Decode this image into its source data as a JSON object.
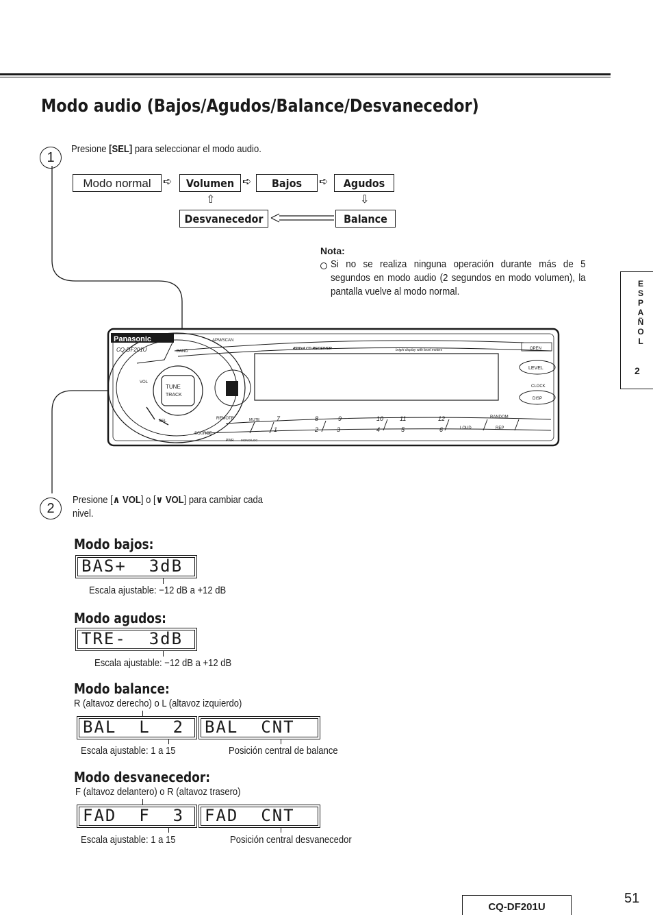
{
  "title": "Modo audio (Bajos/Agudos/Balance/Desvanecedor)",
  "step1": {
    "num": "1",
    "pre": "Presione ",
    "key": "[SEL]",
    "post": " para seleccionar el modo audio."
  },
  "flow": {
    "normal": "Modo normal",
    "volumen": "Volumen",
    "bajos": "Bajos",
    "agudos": "Agudos",
    "desvanecedor": "Desvanecedor",
    "balance": "Balance"
  },
  "nota": {
    "title": "Nota:",
    "body": "Si no se realiza ninguna operación durante más de 5 segundos en modo audio (2 segundos en modo volumen), la pantalla vuelve al modo normal."
  },
  "device": {
    "brand": "Panasonic",
    "model": "CQ-DF201U",
    "band": "BAND",
    "apm": "APM/SCAN",
    "receiver": "45Wx4 CD RECEIVER",
    "bright": "bright display with level meters",
    "open": "OPEN",
    "level": "LEVEL",
    "clock": "CLOCK",
    "disp": "DISP",
    "vol": "VOL",
    "tune": "TUNE",
    "track": "TRACK",
    "remote": "REMOTE",
    "mute": "MUTE",
    "source": "SOURCE",
    "pwr": "PWR",
    "monoloc": "MONO/LOC",
    "random": "RANDOM",
    "loud": "LOUD",
    "rep": "REP",
    "sel": "SEL",
    "top_nums": [
      "7",
      "8",
      "9",
      "10",
      "11",
      "12"
    ],
    "bottom_nums": [
      "1",
      "2",
      "3",
      "4",
      "5",
      "6"
    ]
  },
  "step2": {
    "num": "2",
    "pre": "Presione [",
    "up": "∧ VOL",
    "mid": "] o [",
    "down": "∨ VOL",
    "post": "] para cambiar cada",
    "line2": "nivel."
  },
  "bajos": {
    "heading": "Modo bajos:",
    "lcd": "BAS+  3dB",
    "scale": "Escala ajustable: −12 dB a +12 dB"
  },
  "agudos": {
    "heading": "Modo agudos:",
    "lcd": "TRE-  3dB",
    "scale": "Escala ajustable: −12 dB a +12 dB"
  },
  "balance": {
    "heading": "Modo balance:",
    "desc": "R (altavoz derecho) o L (altavoz izquierdo)",
    "lcd1": "BAL  L  2",
    "lcd2": "BAL  CNT",
    "scale": "Escala ajustable: 1 a 15",
    "center": "Posición central de balance"
  },
  "desvanecedor": {
    "heading": "Modo desvanecedor:",
    "desc": "F (altavoz delantero) o R (altavoz trasero)",
    "lcd1": "FAD  F  3",
    "lcd2": "FAD  CNT",
    "scale": "Escala ajustable: 1 a 15",
    "center": "Posición central desvanecedor"
  },
  "side_tab": {
    "label": "ESPAÑOL",
    "num": "2"
  },
  "footer": {
    "model": "CQ-DF201U",
    "page": "51"
  }
}
